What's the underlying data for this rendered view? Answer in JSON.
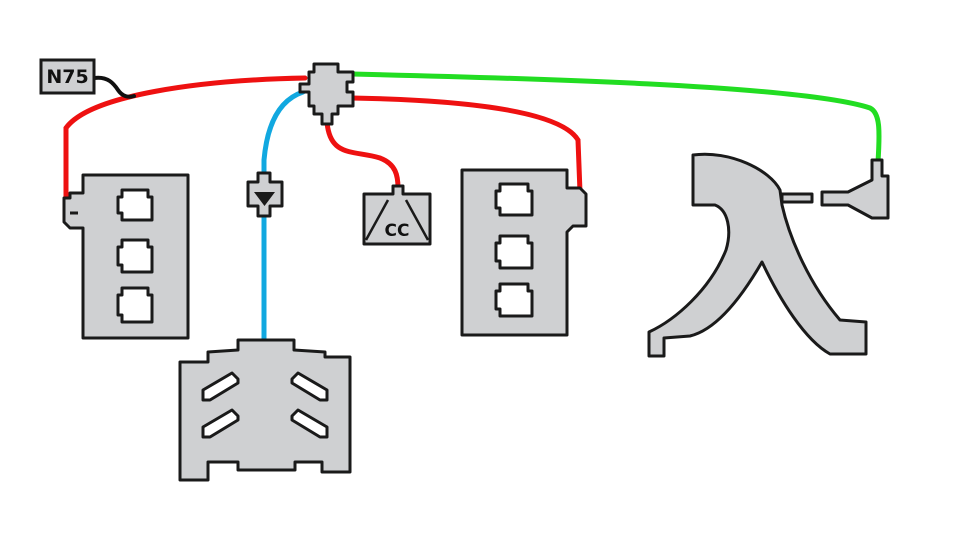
{
  "diagram": {
    "labels": {
      "solenoid": "N75",
      "canister": "CC"
    },
    "colors": {
      "line_red": "#ee1111",
      "line_green": "#22dd22",
      "line_blue": "#11a8e0",
      "part_fill": "#cfd0d2",
      "outline": "#1a1a1a"
    },
    "components": [
      "n75-solenoid",
      "vacuum-tee",
      "left-cylinder-head",
      "right-cylinder-head",
      "check-valve",
      "charcoal-canister",
      "intake-manifold",
      "turbo-inlet-pipe"
    ]
  }
}
